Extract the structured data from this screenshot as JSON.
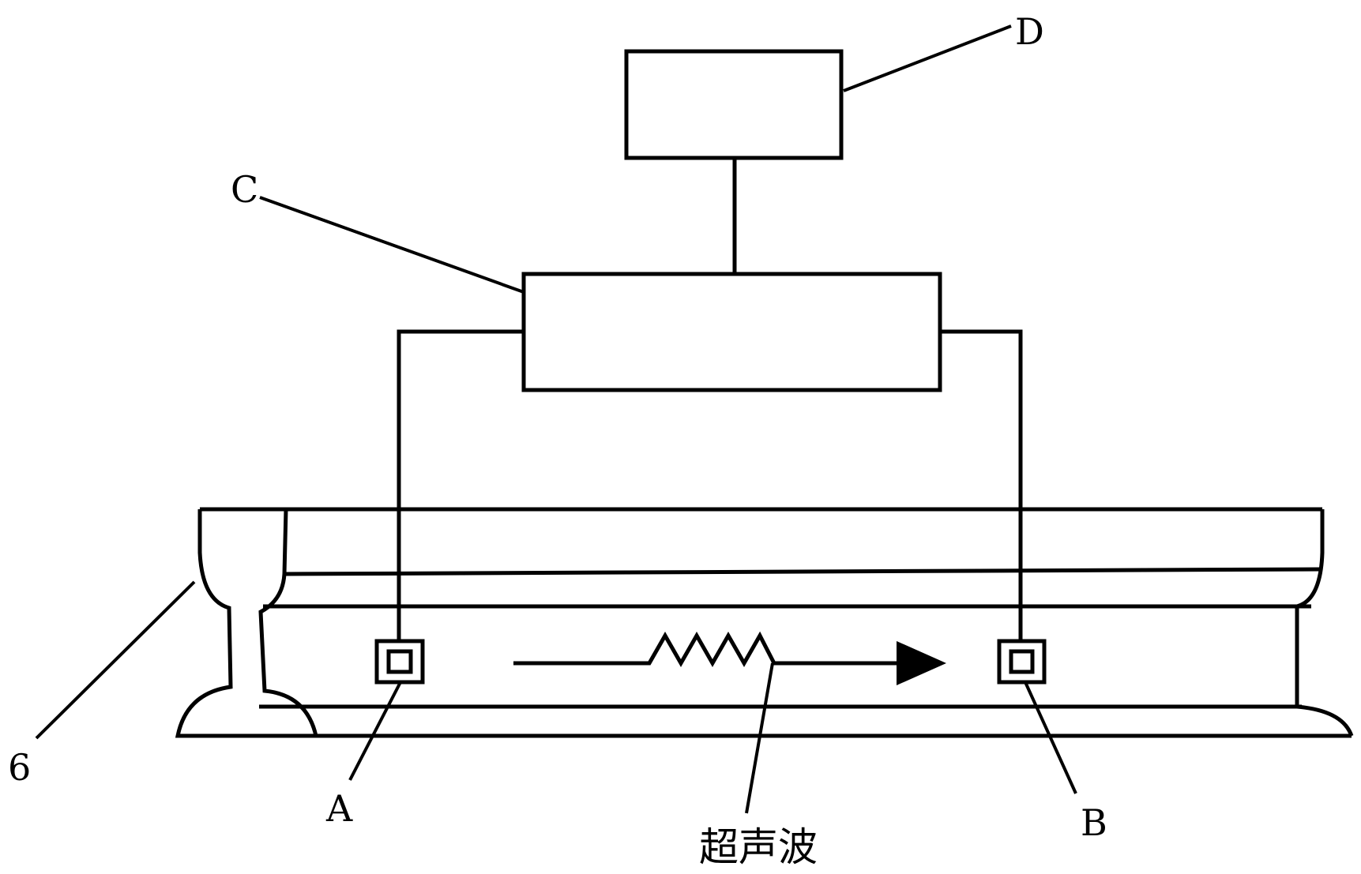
{
  "labels": {
    "a": "A",
    "b": "B",
    "c": "C",
    "d": "D",
    "rail": "6",
    "wave": "超声波"
  }
}
